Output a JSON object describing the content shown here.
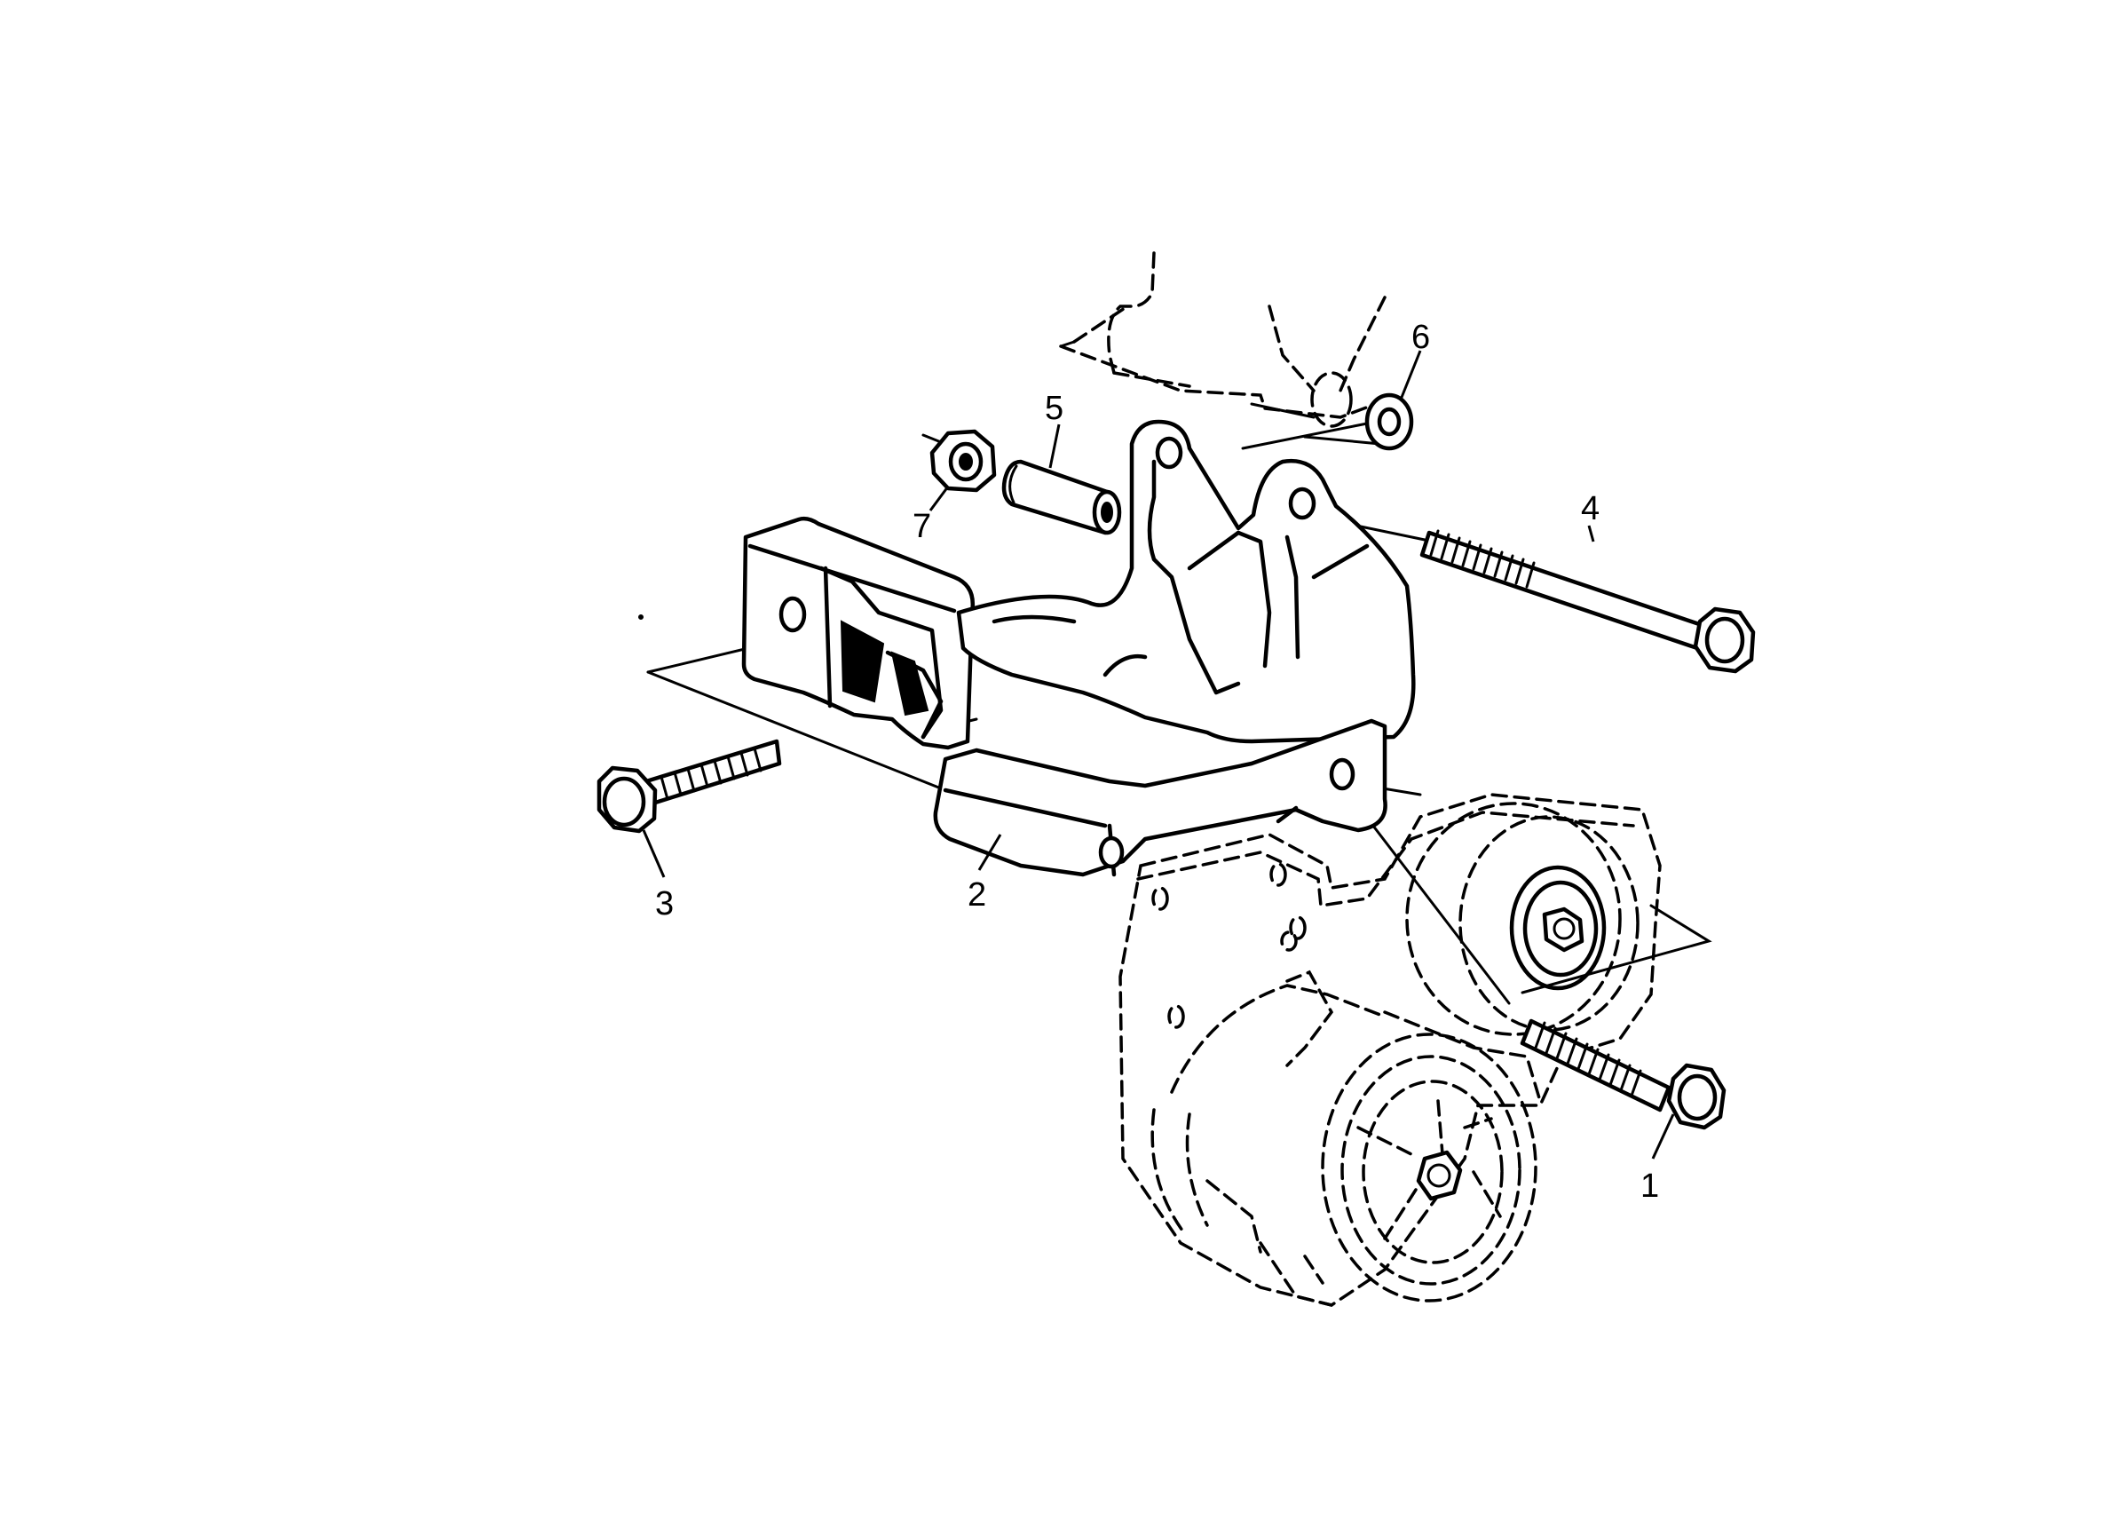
{
  "diagram": {
    "callouts": [
      {
        "id": "1",
        "label": "1"
      },
      {
        "id": "2",
        "label": "2"
      },
      {
        "id": "3",
        "label": "3"
      },
      {
        "id": "4",
        "label": "4"
      },
      {
        "id": "5",
        "label": "5"
      },
      {
        "id": "6",
        "label": "6"
      },
      {
        "id": "7",
        "label": "7"
      }
    ]
  }
}
